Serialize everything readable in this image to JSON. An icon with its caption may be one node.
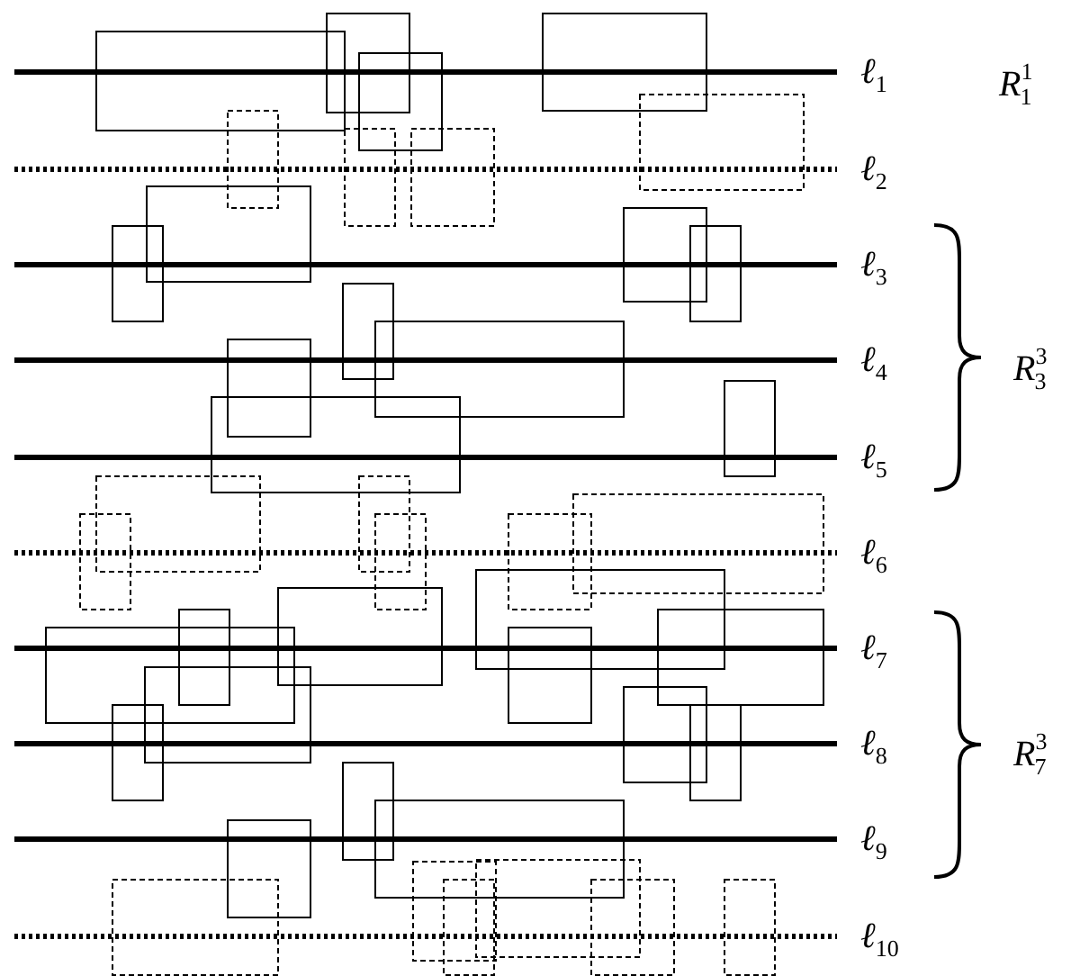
{
  "diagram": {
    "labels": [
      "*ℓ*$_{1}$",
      "*ℓ*$_{2}$",
      "*ℓ*$_{3}$",
      "*ℓ*$_{4}$",
      "*ℓ*$_{5}$",
      "*ℓ*$_{6}$",
      "*ℓ*$_{7}$",
      "*ℓ*$_{8}$",
      "*ℓ*$_{9}$",
      "*ℓ*$_{10}$",
      "*R*$^{1}$$_{1}$",
      "*R*$^{3}$$_{3}$",
      "*R*$^{3}$$_{7}$"
    ]
  }
}
